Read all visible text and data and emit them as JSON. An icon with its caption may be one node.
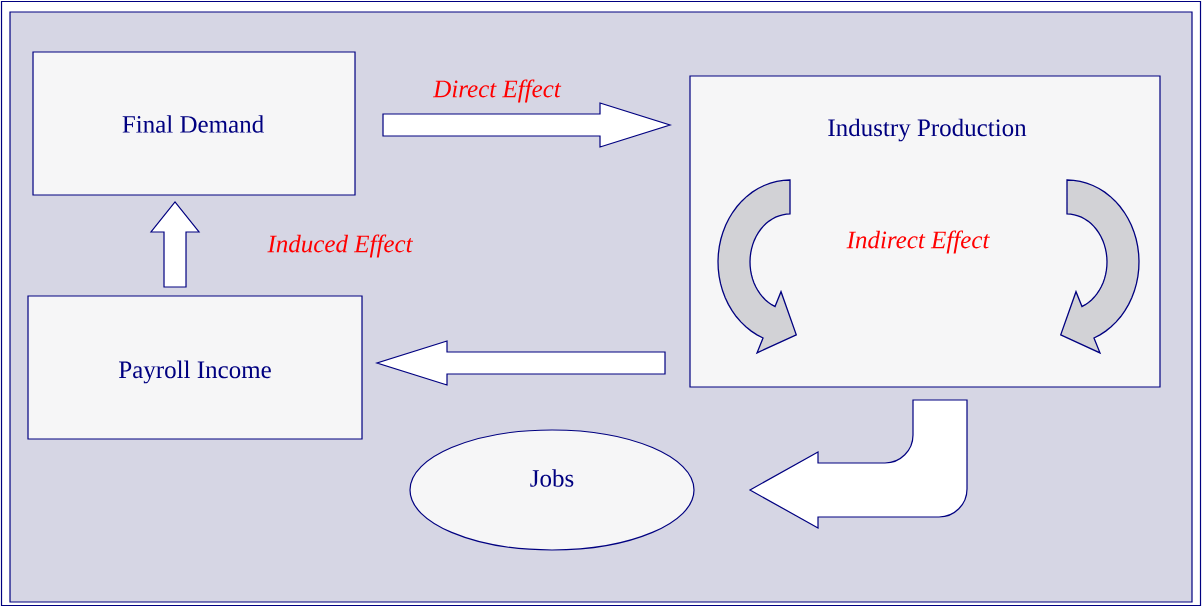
{
  "diagram": {
    "nodes": [
      {
        "text": [
          "Final Demand"
        ]
      },
      {
        "text": [
          "Industry Production"
        ]
      },
      {
        "text": [
          "Payroll Income"
        ]
      },
      {
        "text": [
          "Jobs"
        ]
      }
    ],
    "edges": [
      {
        "from": 0,
        "to": 1,
        "arrow": "to",
        "label": "Direct Effect"
      },
      {
        "from": 1,
        "to": 2,
        "arrow": "to"
      },
      {
        "from": 2,
        "to": 0,
        "arrow": "to",
        "label": "Induced Effect"
      },
      {
        "from": 1,
        "to": 3,
        "arrow": "to"
      }
    ],
    "labels": [
      "Indirect Effect"
    ]
  }
}
